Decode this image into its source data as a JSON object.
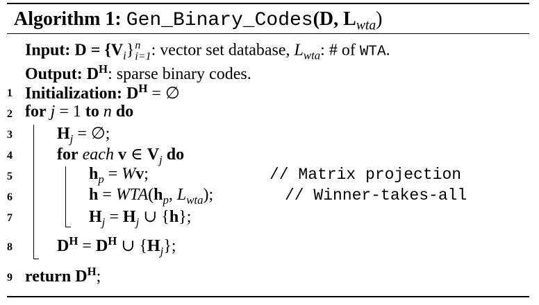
{
  "algorithm": {
    "label": "Algorithm 1:",
    "name": "Gen_Binary_Codes",
    "args": "(D, L",
    "args_sub": "wta",
    "args_close": ")"
  },
  "input": {
    "keyword": "Input:",
    "text_a": "D = {V",
    "sub_i": "i",
    "close_brace": "}",
    "sup_n": "n",
    "sub_i1": "i=1",
    "text_b": ": vector set database,",
    "L": "L",
    "L_sub": "wta",
    "text_c": ": # of",
    "wta_mono": "WTA",
    "period": "."
  },
  "output": {
    "keyword": "Output:",
    "D": "D",
    "sup": "H",
    "text": ": sparse binary codes."
  },
  "lines": [
    {
      "num": "1",
      "kw": "Initialization:",
      "D": "D",
      "sup": "H",
      "rest": " = ∅"
    },
    {
      "num": "2",
      "kw_for": "for",
      "var": "j",
      "mid": " = 1 ",
      "kw_to": "to",
      "n": "n",
      "kw_do": "do"
    },
    {
      "num": "3",
      "H": "H",
      "sub": "j",
      "rest": " = ∅;"
    },
    {
      "num": "4",
      "kw_for": "for",
      "each": "each",
      "v": "v",
      "in": " ∈ ",
      "V": "V",
      "sub": "j",
      "kw_do": "do"
    },
    {
      "num": "5",
      "h": "h",
      "sub": "p",
      "rest1": " = ",
      "W": "W",
      "v": "v",
      "end": ";",
      "comment": "// Matrix projection"
    },
    {
      "num": "6",
      "h": "h",
      "eq": " = ",
      "WTA": "WTA",
      "open": "(",
      "h2": "h",
      "sub": "p",
      "comma": ", ",
      "L": "L",
      "L_sub": "wta",
      "close": ");",
      "comment": "// Winner-takes-all"
    },
    {
      "num": "7",
      "H": "H",
      "sub": "j",
      "eq": " = ",
      "H2": "H",
      "sub2": "j",
      "union": " ∪ {",
      "h": "h",
      "close": "};"
    },
    {
      "num": "8",
      "D": "D",
      "sup": "H",
      "eq": " = ",
      "D2": "D",
      "sup2": "H",
      "union": " ∪ {",
      "H": "H",
      "sub": "j",
      "close": "};"
    },
    {
      "num": "9",
      "kw": "return",
      "D": "D",
      "sup": "H",
      "end": ";"
    }
  ]
}
